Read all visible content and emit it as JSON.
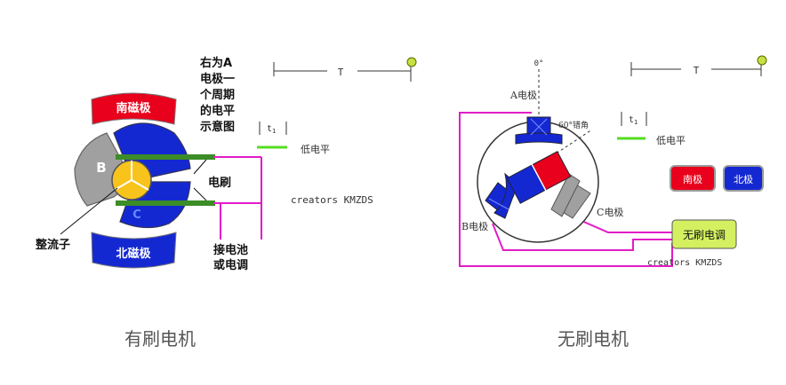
{
  "left": {
    "caption": "有刷电机",
    "south_pole": "南磁极",
    "north_pole": "北磁极",
    "brush": "电刷",
    "commutator": "整流子",
    "battery_line1": "接电池",
    "battery_line2": "或电调",
    "note_lines": [
      "右为A",
      "电极一",
      "个周期",
      "的电平",
      "示意图"
    ],
    "period_label": "T",
    "t1_label": "t",
    "t1_sub": "1",
    "low_level": "低电平",
    "credit": "creators KMZDS",
    "rotor_b": "B",
    "rotor_c": "C"
  },
  "right": {
    "caption": "无刷电机",
    "zero_deg": "0°",
    "a_electrode": "A电极",
    "b_electrode": "B电极",
    "c_electrode": "C电极",
    "angle_60": "60°错角",
    "period_label": "T",
    "t1_label": "t",
    "t1_sub": "1",
    "low_level": "低电平",
    "south": "南极",
    "north": "北极",
    "esc": "无刷电调",
    "credit": "creators KMZDS"
  },
  "colors": {
    "red": "#e8001c",
    "blue": "#1428d2",
    "gray": "#a0a0a0",
    "green": "#3c8c28",
    "magenta": "#e21cc8",
    "lime": "#d4f060",
    "bright_green": "#55dd22"
  }
}
